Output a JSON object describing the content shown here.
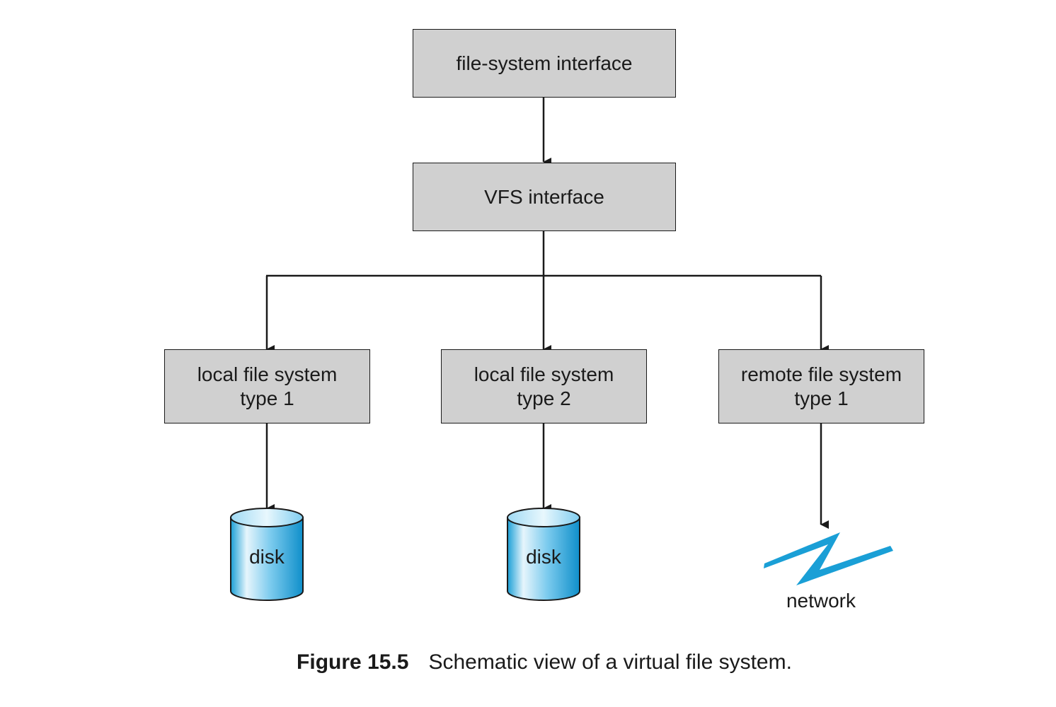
{
  "boxes": {
    "fs_interface": "file-system interface",
    "vfs_interface": "VFS interface",
    "local1": {
      "line1": "local file system",
      "line2": "type 1"
    },
    "local2": {
      "line1": "local file system",
      "line2": "type 2"
    },
    "remote1": {
      "line1": "remote file system",
      "line2": "type 1"
    }
  },
  "disks": {
    "disk1": "disk",
    "disk2": "disk"
  },
  "network": "network",
  "caption": {
    "number": "Figure 15.5",
    "text": "Schematic view of a virtual file system."
  },
  "colors": {
    "box_fill": "#d0d0d0",
    "disk_blue": "#1a9fd6",
    "network_blue": "#1a9fd6",
    "line": "#1a1a1a"
  }
}
